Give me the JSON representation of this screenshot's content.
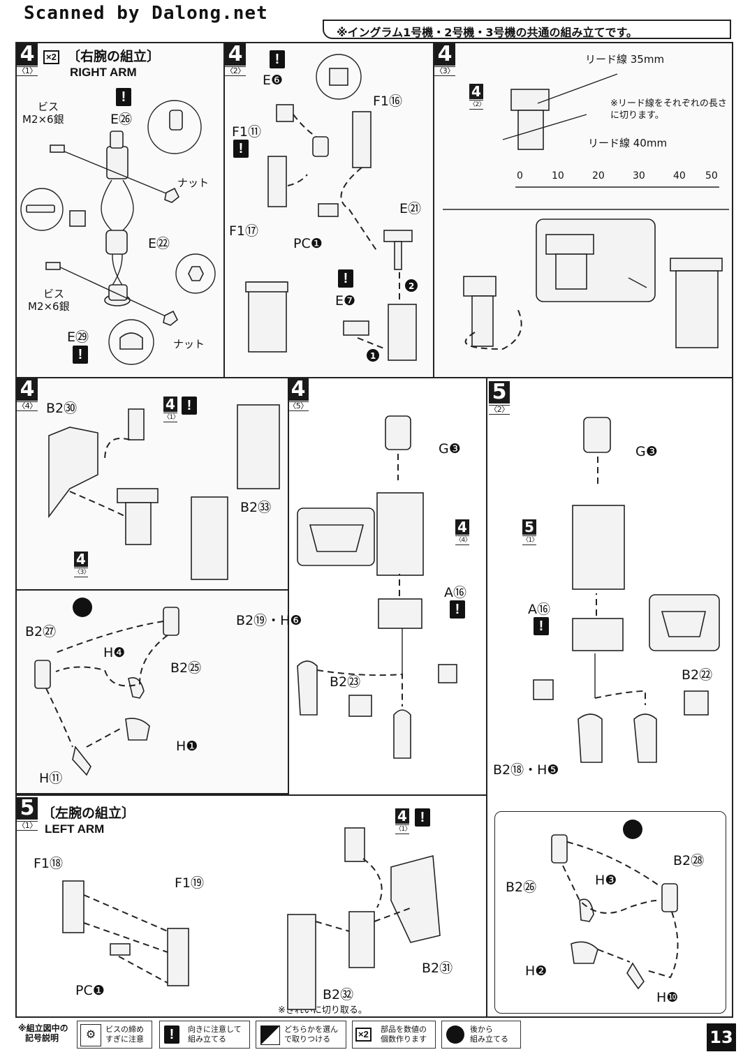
{
  "watermark": "Scanned by Dalong.net",
  "header_note": "※イングラム1号機・2号機・3号機の共通の組み立てです。",
  "page_number": "13",
  "step4_1": {
    "num": "4",
    "sub": "〈1〉",
    "mult": "×2",
    "title_jp": "〔右腕の組立〕",
    "title_en": "RIGHT ARM",
    "labels": {
      "bis_top": "ビス",
      "bis_top2": "M2×6銀",
      "e26": "E㉖",
      "nut_top": "ナット",
      "e22": "E㉒",
      "bis_bot": "ビス",
      "bis_bot2": "M2×6銀",
      "e29": "E㉙",
      "nut_bot": "ナット"
    }
  },
  "step4_2": {
    "num": "4",
    "sub": "〈2〉",
    "labels": {
      "e6": "E❻",
      "f1_16": "F1⑯",
      "f1_11": "F1⑪",
      "f1_17": "F1⑰",
      "pcj": "PC❶",
      "e21": "E㉑",
      "e7": "E❼",
      "n1": "1",
      "n2": "2"
    }
  },
  "step4_3": {
    "num": "4",
    "sub": "〈3〉",
    "ref": "4",
    "ref_sub": "〈2〉",
    "lead35": "リード線 35mm",
    "lead40": "リード線 40mm",
    "note": "※リード線をそれぞれの長さに切ります。",
    "ruler": [
      "0",
      "10",
      "20",
      "30",
      "40",
      "50"
    ]
  },
  "step4_4": {
    "num": "4",
    "sub": "〈4〉",
    "labels": {
      "b2_30": "B2㉚",
      "ref": "4",
      "ref_sub": "〈1〉",
      "b2_33": "B2㉝",
      "ref3": "4",
      "ref3_sub": "〈3〉"
    }
  },
  "step4_hand": {
    "labels": {
      "b2_27": "B2㉗",
      "h4": "H❹",
      "b2_25": "B2㉕",
      "h1": "H❶",
      "h11": "H⑪"
    }
  },
  "step4_5": {
    "num": "4",
    "sub": "〈5〉",
    "labels": {
      "g3": "G❸",
      "ref": "4",
      "ref_sub": "〈4〉",
      "a16": "A⑯",
      "b2_19": "B2⑲・H❻",
      "b2_23": "B2㉓"
    }
  },
  "step5_2": {
    "num": "5",
    "sub": "〈2〉",
    "labels": {
      "g3": "G❸",
      "ref": "5",
      "ref_sub": "〈1〉",
      "a16": "A⑯",
      "b2_22": "B2㉒",
      "b2_18": "B2⑱・H❺",
      "b2_28": "B2㉘",
      "b2_26": "B2㉖",
      "h3": "H❸",
      "h2": "H❷",
      "h10": "H❿"
    }
  },
  "step5_1": {
    "num": "5",
    "sub": "〈1〉",
    "title_jp": "〔左腕の組立〕",
    "title_en": "LEFT ARM",
    "labels": {
      "f1_18": "F1⑱",
      "f1_19": "F1⑲",
      "pcj": "PC❶",
      "ref": "4",
      "ref_sub": "〈1〉",
      "b2_31": "B2㉛",
      "b2_32": "B2㉜"
    },
    "note": "※きれいに切り取る。"
  },
  "legend": {
    "heading1": "※組立図中の",
    "heading2": "記号説明",
    "items": [
      {
        "icon": "screw-icon",
        "l1": "ビスの締め",
        "l2": "すぎに注意"
      },
      {
        "icon": "exclamation-icon",
        "l1": "向きに注意して",
        "l2": "組み立てる"
      },
      {
        "icon": "choose-icon",
        "l1": "どちらかを選ん",
        "l2": "で取りつける"
      },
      {
        "icon": "x2-icon",
        "l1": "部品を数値の",
        "l2": "個数作ります",
        "symbol": "×2"
      },
      {
        "icon": "back-assembly-icon",
        "l1": "後から",
        "l2": "組み立てる"
      }
    ]
  }
}
